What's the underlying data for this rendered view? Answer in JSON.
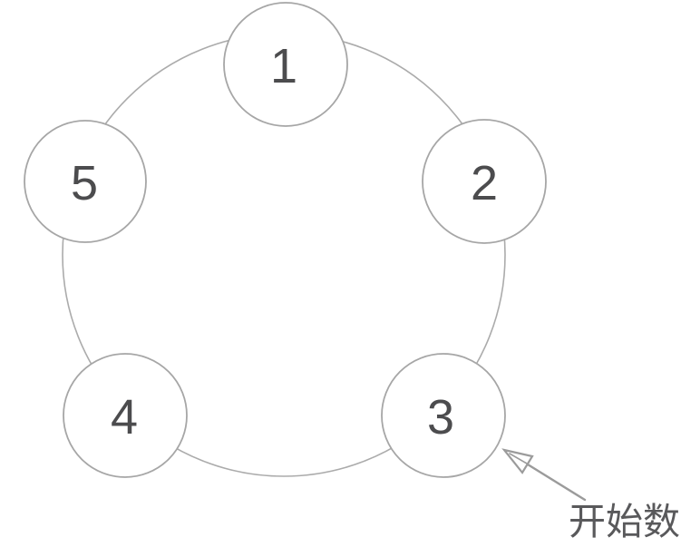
{
  "diagram": {
    "type": "circular-counting-diagram",
    "nodes": [
      {
        "id": 1,
        "label": "1"
      },
      {
        "id": 2,
        "label": "2"
      },
      {
        "id": 3,
        "label": "3"
      },
      {
        "id": 4,
        "label": "4"
      },
      {
        "id": 5,
        "label": "5"
      }
    ],
    "annotation": {
      "label": "开始数",
      "points_to_node": "3"
    },
    "colors": {
      "background": "#ffffff",
      "ring_stroke": "#ababab",
      "node_stroke": "#a6a6a6",
      "node_fill": "#ffffff",
      "number_text": "#4c4c4e",
      "arrow": "#9b9b9b",
      "annotation_text": "#59595b"
    }
  }
}
